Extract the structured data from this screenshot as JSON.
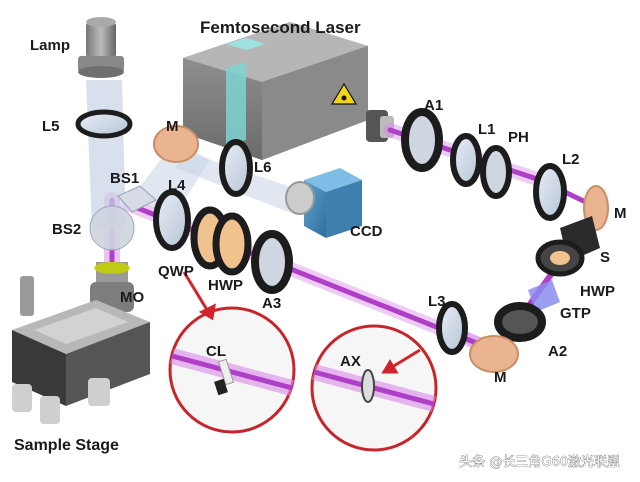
{
  "title": "Femtosecond Laser",
  "labels": {
    "lamp": "Lamp",
    "l5": "L5",
    "m_top": "M",
    "l6": "L6",
    "bs1": "BS1",
    "l4": "L4",
    "bs2": "BS2",
    "ccd": "CCD",
    "qwp": "QWP",
    "hwp_left": "HWP",
    "a3": "A3",
    "mo": "MO",
    "a1": "A1",
    "l1": "L1",
    "ph": "PH",
    "l2": "L2",
    "m_right": "M",
    "s": "S",
    "hwp_right": "HWP",
    "gtp": "GTP",
    "l3": "L3",
    "a2": "A2",
    "m_bottom": "M",
    "cl": "CL",
    "ax": "AX",
    "sample_stage": "Sample Stage"
  },
  "watermark": "头条 @长三角G60激光联盟",
  "colors": {
    "beam": "#b03fc8",
    "beam_glow": "#d88be6",
    "lens_ring": "#1c1c1c",
    "mirror": "#e9b48f",
    "ccd": "#4a8fc0",
    "laser_body": "#8b8b8b",
    "accent_stripe": "#7fd3d3",
    "inset_circle": "#c6262b",
    "arrow": "#d0232b"
  },
  "icons": [
    "warning-laser-icon",
    "arrow-icon"
  ]
}
